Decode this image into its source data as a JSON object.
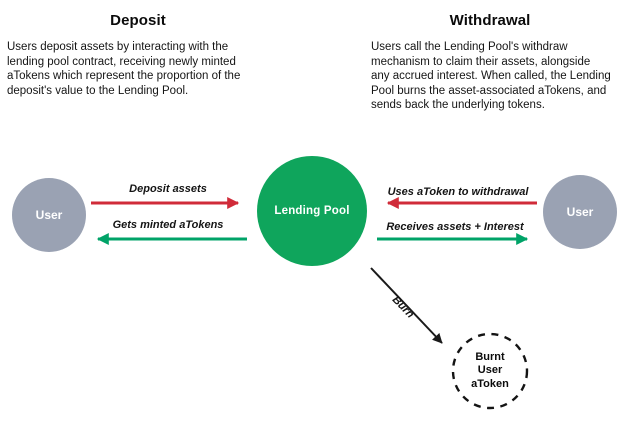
{
  "sections": {
    "deposit": {
      "title": "Deposit",
      "description": "Users deposit assets by interacting with the lending pool contract, receiving newly minted aTokens which represent the proportion of the deposit's value to the Lending Pool."
    },
    "withdrawal": {
      "title": "Withdrawal",
      "description": "Users call the Lending Pool's withdraw mechanism to claim their assets, alongside any accrued interest. When called, the Lending Pool burns the asset-associated aTokens, and sends back the underlying tokens."
    }
  },
  "diagram": {
    "nodes": {
      "user_left": {
        "label": "User"
      },
      "lending_pool": {
        "label": "Lending Pool"
      },
      "user_right": {
        "label": "User"
      },
      "burnt_token": {
        "lines": [
          "Burnt",
          "User",
          "aToken"
        ]
      }
    },
    "flows": {
      "deposit_assets": {
        "label": "Deposit assets",
        "direction": "user-left to lending-pool"
      },
      "gets_minted": {
        "label": "Gets minted aTokens",
        "direction": "lending-pool to user-left"
      },
      "uses_atoken": {
        "label": "Uses aToken to withdrawal",
        "direction": "user-right to lending-pool"
      },
      "receives_assets": {
        "label": "Receives assets + Interest",
        "direction": "lending-pool to user-right"
      },
      "burn": {
        "label": "Burn",
        "direction": "lending-pool to burnt-token"
      }
    },
    "colors": {
      "arrow_red": "#d02b39",
      "arrow_green": "#00a368",
      "arrow_black": "#1a1a1a",
      "node_gray": "#9aa2b3",
      "pool_green": "#0fa55c",
      "node_text": "#ffffff",
      "dashed_border": "#141414"
    }
  }
}
